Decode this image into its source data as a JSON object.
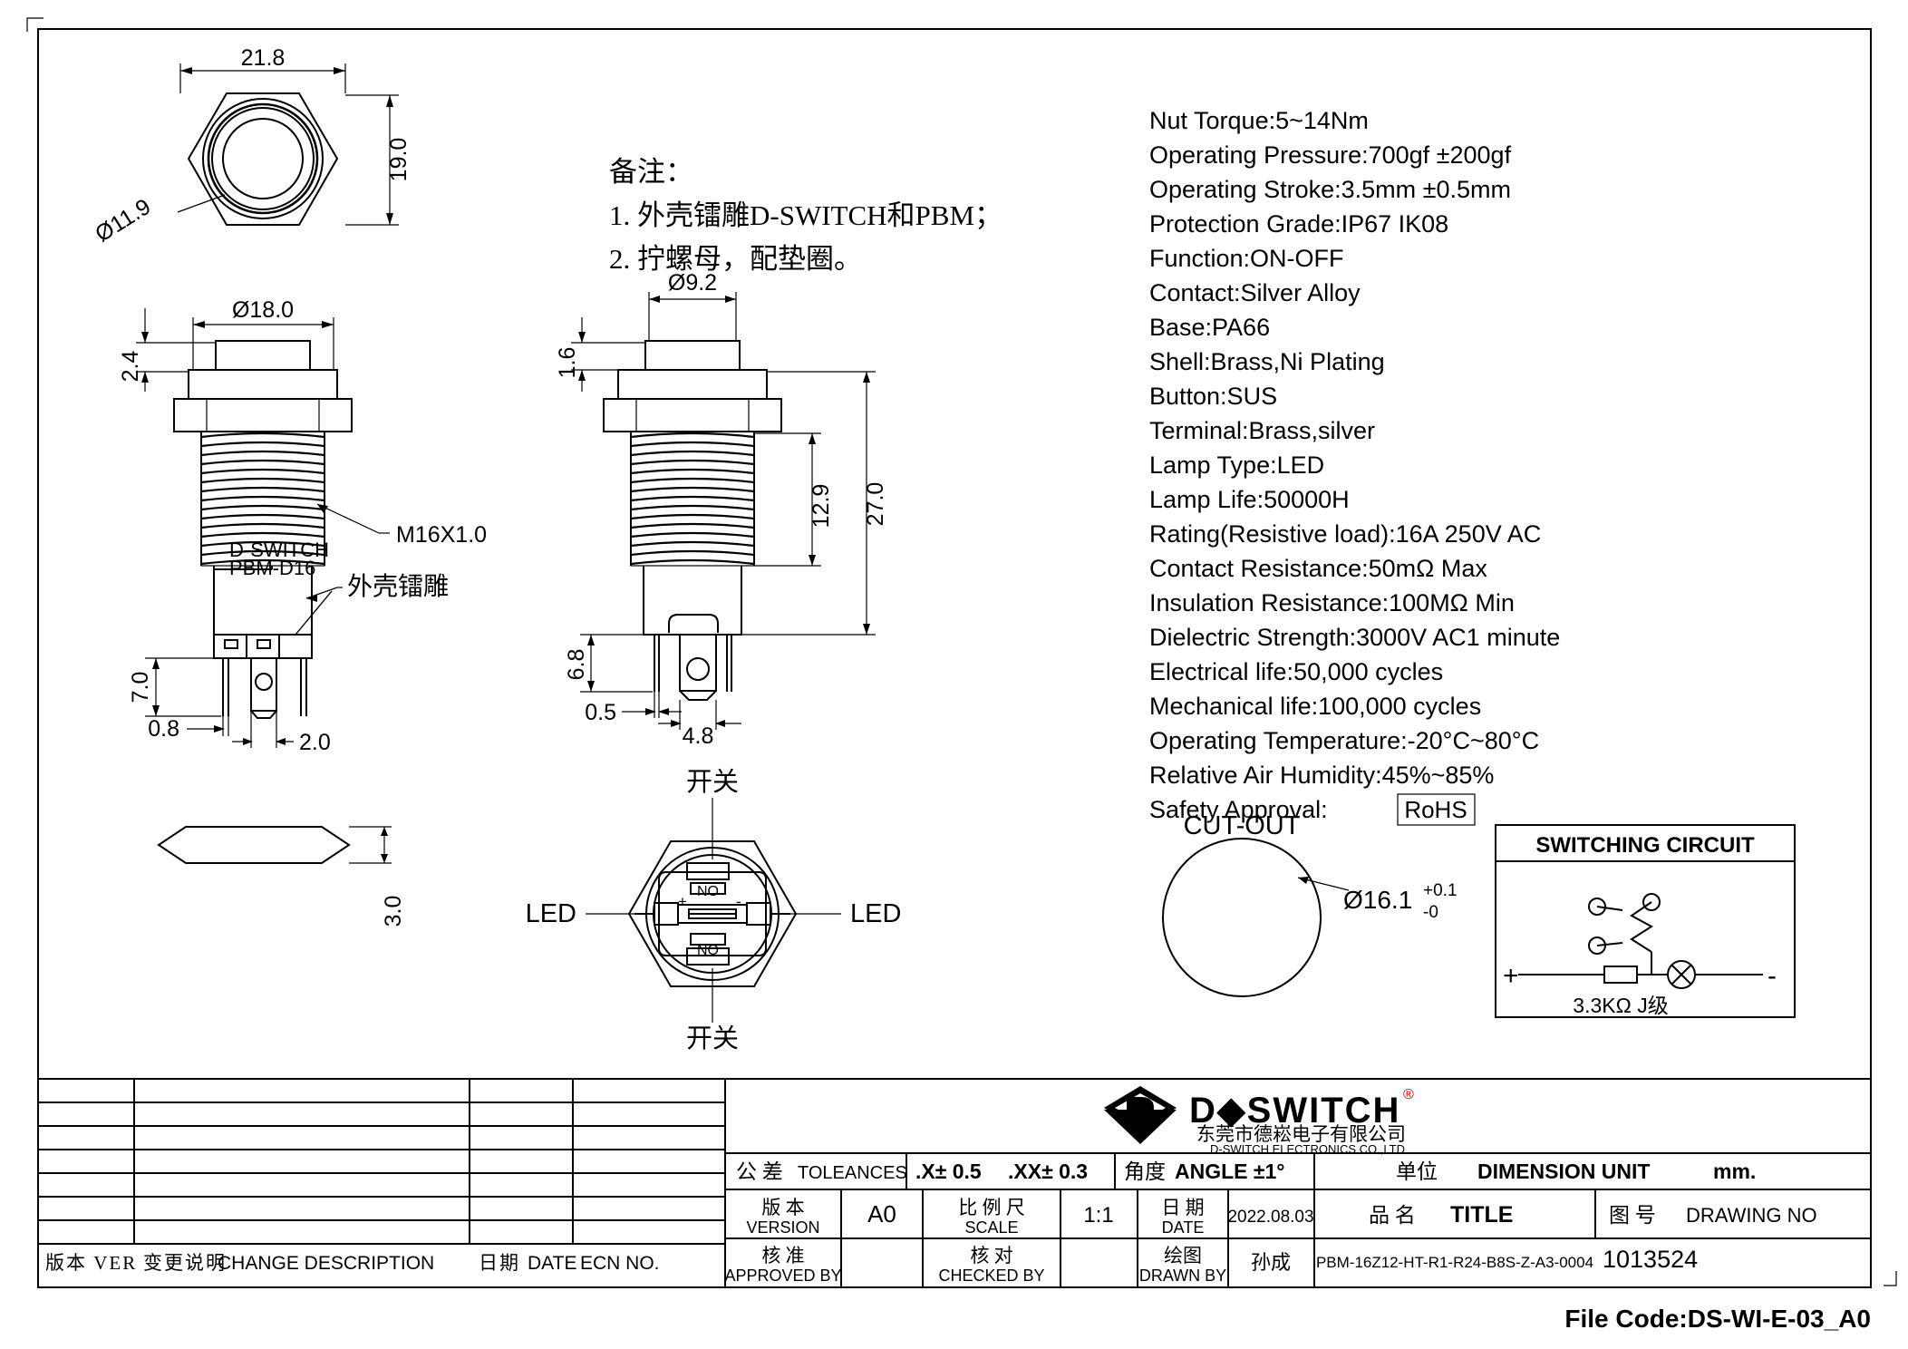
{
  "sheet": {
    "file_code": "File Code:DS-WI-E-03_A0"
  },
  "notes": {
    "heading": "备注：",
    "items": [
      "1. 外壳镭雕D-SWITCH和PBM；",
      "2. 拧螺母，配垫圈。"
    ]
  },
  "specs": [
    "Nut Torque:5~14Nm",
    "Operating Pressure:700gf ±200gf",
    "Operating Stroke:3.5mm ±0.5mm",
    "Protection Grade:IP67  IK08",
    "Function:ON-OFF",
    "Contact:Silver Alloy",
    "Base:PA66",
    "Shell:Brass,Ni Plating",
    "Button:SUS",
    "Terminal:Brass,silver",
    "Lamp Type:LED",
    "Lamp Life:50000H",
    "Rating(Resistive load):16A 250V AC",
    "Contact Resistance:50mΩ Max",
    "Insulation Resistance:100MΩ Min",
    "Dielectric Strength:3000V AC1 minute",
    "Electrical life:50,000 cycles",
    "Mechanical life:100,000 cycles",
    "Operating Temperature:-20°C~80°C",
    "Relative Air Humidity:45%~85%"
  ],
  "safety": {
    "label": "Safety Approval:",
    "badge": "RoHS"
  },
  "views": {
    "front": {
      "dim_width": "21.8",
      "dim_height": "19.0",
      "dim_button": "Ø11.9"
    },
    "side": {
      "dim_flange_dia": "Ø18.0",
      "dim_cap_height": "2.4",
      "thread_label": "M16X1.0",
      "engrave_line1": "D-SWITCH",
      "engrave_line2": "PBM-D16",
      "engrave_label": "外壳镭雕",
      "dim_pin_len": "7.0",
      "dim_pin_thk": "0.8",
      "dim_pin_w": "2.0"
    },
    "side2": {
      "dim_cap_dia": "Ø9.2",
      "dim_cap_h": "1.6",
      "dim_thread_len": "12.9",
      "dim_total": "27.0",
      "dim_tab_h": "6.8",
      "dim_tab_t": "0.5",
      "dim_tab_w": "4.8"
    },
    "washer": {
      "dim_thickness": "3.0"
    },
    "bottom": {
      "label_top": "开关",
      "label_bottom": "开关",
      "label_left": "LED",
      "label_right": "LED",
      "no_top": "NO",
      "no_bottom": "NO",
      "plus": "+",
      "minus": "-"
    },
    "cutout": {
      "title": "CUT-OUT",
      "dim": "Ø16.1",
      "tol_plus": "+0.1",
      "tol_minus": "-0",
      "tol_zero": "0"
    },
    "circuit": {
      "title": "SWITCHING CIRCUIT",
      "resistor": "3.3KΩ J级",
      "plus": "+",
      "minus": "-"
    }
  },
  "title_block": {
    "logo_text": "D◆SWITCH",
    "logo_reg": "®",
    "company_cn": "东莞市德崧电子有限公司",
    "company_en": "D-SWITCH ELECTRONICS CO.,LTD",
    "tolerance_cn": "公 差",
    "tolerance_en": "TOLEANCES",
    "tolerance_x": ".X± 0.5",
    "tolerance_xx": ".XX± 0.3",
    "angle_cn": "角度",
    "angle_en": "ANGLE ±1°",
    "unit_cn": "单位",
    "unit_en": "DIMENSION UNIT",
    "unit_val": "mm.",
    "version_cn": "版 本",
    "version_en": "VERSION",
    "version_val": "A0",
    "scale_cn": "比 例 尺",
    "scale_en": "SCALE",
    "scale_val": "1:1",
    "date_cn": "日 期",
    "date_en": "DATE",
    "date_val": "2022.08.03",
    "title_cn": "品 名",
    "title_en": "TITLE",
    "drawing_cn": "图 号",
    "drawing_en": "DRAWING NO",
    "approved_cn": "核 准",
    "approved_en": "APPROVED BY",
    "checked_cn": "核 对",
    "checked_en": "CHECKED BY",
    "drawn_cn": "绘图",
    "drawn_en": "DRAWN BY",
    "drawn_val": "孙成",
    "part_number": "PBM-16Z12-HT-R1-R24-B8S-Z-A3-0004",
    "drawing_no": "1013524",
    "rev_ver_cn": "版本 VER",
    "rev_desc_cn": "变更说明",
    "rev_desc_en": "CHANGE DESCRIPTION",
    "rev_date_cn": "日期",
    "rev_date_en": "DATE",
    "rev_ecn": "ECN NO."
  }
}
